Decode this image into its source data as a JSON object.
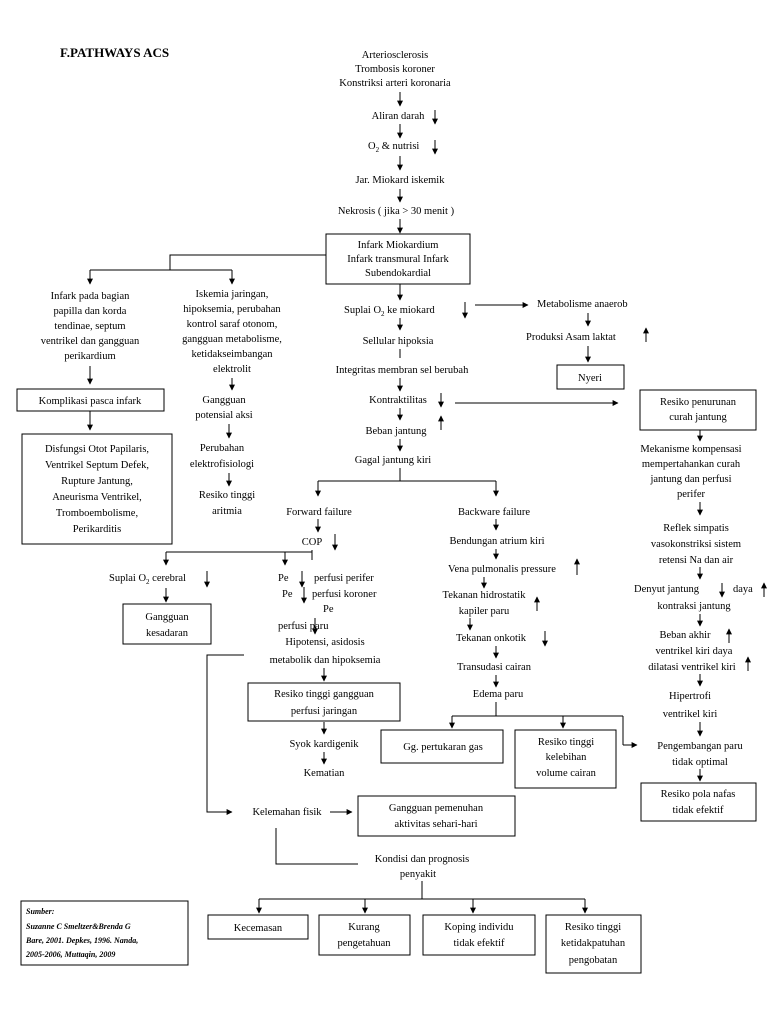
{
  "title": "F.PATHWAYS ACS",
  "nodes": {
    "cause1": "Arteriosclerosis",
    "cause2": "Trombosis koroner",
    "cause3": "Konstriksi arteri koronaria",
    "aliran": "Aliran darah",
    "o2_pre": "O",
    "o2_sub": "2",
    "o2_post": " & nutrisi",
    "jar": "Jar. Miokard iskemik",
    "nekrosis": "Nekrosis ( jika > 30 menit )",
    "infark1": "Infark Miokardium",
    "infark2": "Infark transmural Infark",
    "infark3": "Subendokardial",
    "left1": "Infark pada bagian",
    "left2": "papilla dan korda",
    "left3": "tendinae, septum",
    "left4": "ventrikel dan gangguan",
    "left5": "perikardium",
    "komplikasi": "Komplikasi pasca infark",
    "dis1": "Disfungsi Otot Papilaris,",
    "dis2": "Ventrikel Septum Defek,",
    "dis3": "Rupture Jantung,",
    "dis4": "Aneurisma Ventrikel,",
    "dis5": "Tromboembolisme,",
    "dis6": "Perikarditis",
    "isk1": "Iskemia jaringan,",
    "isk2": "hipoksemia, perubahan",
    "isk3": "kontrol saraf otonom,",
    "isk4": "gangguan metabolisme,",
    "isk5": "ketidakseimbangan",
    "isk6": "elektrolit",
    "gp1": "Gangguan",
    "gp2": "potensial aksi",
    "pe1": "Perubahan",
    "pe2": "elektrofisiologi",
    "ra1": "Resiko tinggi",
    "ra2": "aritmia",
    "suplai_pre": "Suplai O",
    "suplai_sub": "2",
    "suplai_post": " ke miokard",
    "metab": "Metabolisme anaerob",
    "asam": "Produksi Asam laktat",
    "nyeri": "Nyeri",
    "sellular": "Sellular hipoksia",
    "integritas": "Integritas membran sel berubah",
    "kontraktilitas": "Kontraktilitas",
    "beban": "Beban jantung",
    "gagal": "Gagal jantung kiri",
    "rc1": "Resiko penurunan",
    "rc2": "curah jantung",
    "mek1": "Mekanisme kompensasi",
    "mek2": "mempertahankan curah",
    "mek3": "jantung dan perfusi",
    "mek4": "perifer",
    "ref1": "Reflek simpatis",
    "ref2": "vasokonstriksi sistem",
    "ref3": "retensi Na dan air",
    "den1": "Denyut jantung",
    "den1b": "daya",
    "den2": "kontraksi jantung",
    "bea1": "Beban akhir",
    "bea2": "ventrikel kiri daya",
    "bea3": "dilatasi ventrikel kiri",
    "hip1": "Hipertrofi",
    "hip2": "ventrikel kiri",
    "pp1": "Pengembangan paru",
    "pp2": "tidak optimal",
    "rpn1": "Resiko pola nafas",
    "rpn2": "tidak efektif",
    "forward": "Forward failure",
    "cop": "COP",
    "backward": "Backware failure",
    "bend": "Bendungan atrium kiri",
    "vena": "Vena pulmonalis pressure",
    "tek1": "Tekanan hidrostatik",
    "tek2": "kapiler paru",
    "onk": "Tekanan onkotik",
    "trans": "Transudasi cairan",
    "edema": "Edema paru",
    "cer_pre": "Suplai O",
    "cer_sub": "2",
    "cer_post": " cerebral",
    "gk1": "Gangguan",
    "gk2": "kesadaran",
    "pf1a": "Pe",
    "pf1b": "perfusi perifer",
    "pf2a": "Pe",
    "pf2b": "perfusi koroner",
    "pf3": "Pe",
    "pf4": "perfusi paru",
    "hipo1": "Hipotensi, asidosis",
    "hipo2": "metabolik dan hipoksemia",
    "rg1": "Resiko tinggi gangguan",
    "rg2": "perfusi jaringan",
    "syok": "Syok kardigenik",
    "kematian": "Kematian",
    "gg": "Gg. pertukaran gas",
    "rk1": "Resiko tinggi",
    "rk2": "kelebihan",
    "rk3": "volume cairan",
    "kelemahan": "Kelemahan fisik",
    "gap1": "Gangguan pemenuhan",
    "gap2": "aktivitas sehari-hari",
    "kon1": "Kondisi dan prognosis",
    "kon2": "penyakit",
    "kecemasan": "Kecemasan",
    "kp1": "Kurang",
    "kp2": "pengetahuan",
    "ko1": "Koping individu",
    "ko2": "tidak efektif",
    "rtk1": "Resiko tinggi",
    "rtk2": "ketidakpatuhan",
    "rtk3": "pengobatan"
  },
  "source": {
    "label": "Sumber:",
    "line1": "Suzanne C Smeltzer&Brenda G",
    "line2": "Bare, 2001. Depkes, 1996. Nanda,",
    "line3": "2005-2006, Muttaqin, 2009"
  }
}
